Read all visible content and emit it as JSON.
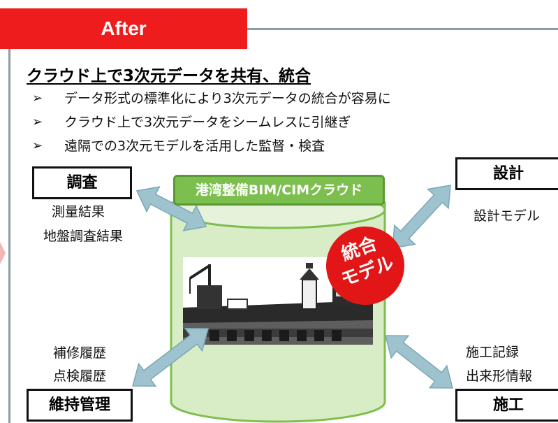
{
  "banner": "After",
  "headline": "クラウド上で3次元データを共有、統合",
  "bullets": [
    "データ形式の標準化により3次元データの統合が容易に",
    "クラウド上で3次元データをシームレスに引継ぎ",
    "遠隔での3次元モデルを活用した監督・検査"
  ],
  "bullet_marker": "➢",
  "cloud_label": "港湾整備BIM/CIMクラウド",
  "integrated_model": [
    "統合",
    "モデル"
  ],
  "nodes": {
    "survey": {
      "title": "調査",
      "notes": [
        "測量結果",
        "地盤調査結果"
      ]
    },
    "design": {
      "title": "設計",
      "notes": [
        "設計モデル"
      ]
    },
    "maintenance": {
      "title": "維持管理",
      "notes": [
        "補修履歴",
        "点検履歴"
      ]
    },
    "construction": {
      "title": "施工",
      "notes": [
        "施工記録",
        "出来形情報"
      ]
    }
  },
  "colors": {
    "banner_red": "#ee1c1c",
    "frame": "#8a9da4",
    "cloud_green": "#7dbf4f",
    "cylinder_fill": "#d8ecc5",
    "arrow_blue": "#9ec3cf",
    "seal_red": "#e21616"
  }
}
